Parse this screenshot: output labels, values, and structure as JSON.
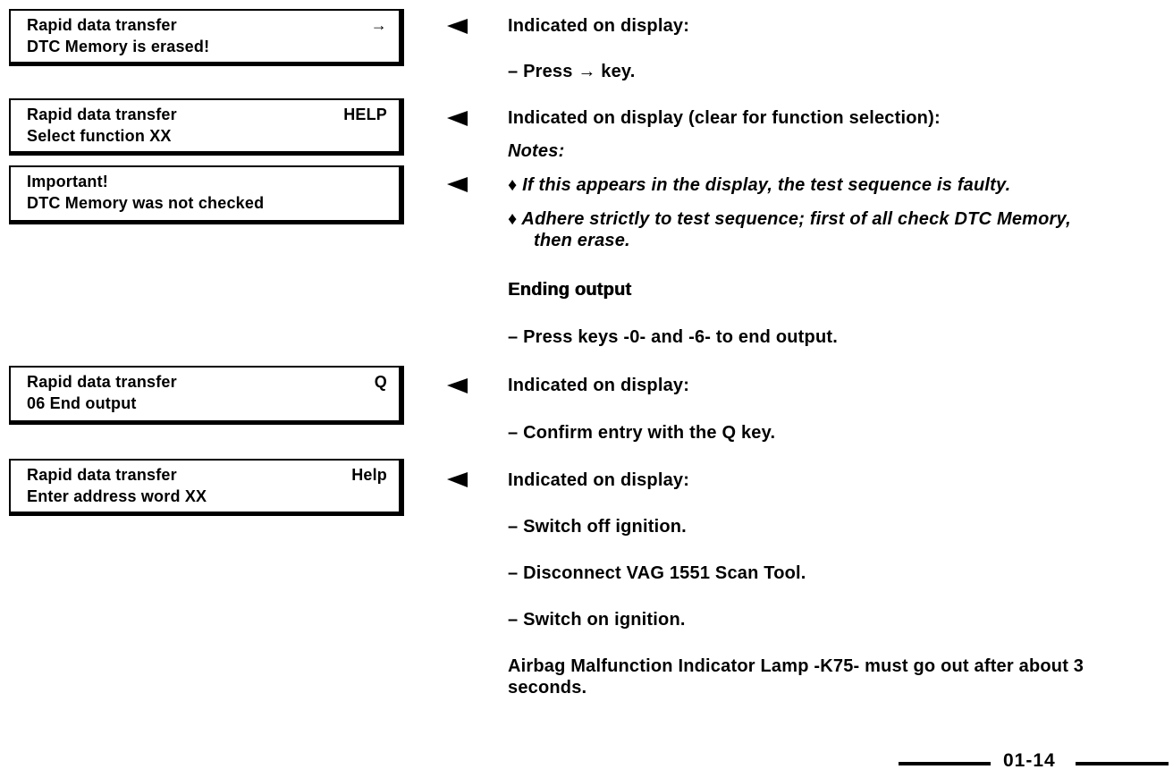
{
  "display_boxes": [
    {
      "line1": "Rapid data transfer",
      "line2": "DTC Memory is erased!",
      "key": "→"
    },
    {
      "line1": "Rapid data transfer",
      "line2": "Select function XX",
      "key": "HELP"
    },
    {
      "line1": "Important!",
      "line2": "DTC Memory was not checked",
      "key": ""
    },
    {
      "line1": "Rapid data transfer",
      "line2": "06 End output",
      "key": "Q"
    },
    {
      "line1": "Rapid data transfer",
      "line2": "Enter address word XX",
      "key": "Help"
    }
  ],
  "instructions": {
    "indicated_1": "Indicated on display:",
    "step_press_arrow": "– Press → key.",
    "indicated_2": "Indicated on display (clear for function selection):",
    "notes_label": "Notes:",
    "note_1": "♦ If this appears in the display, the test sequence is faulty.",
    "note_2": "♦ Adhere strictly to test sequence; first of all check DTC Memory, then erase.",
    "ending_output_heading": "Ending output",
    "step_end_output": "– Press keys -0- and -6- to end output.",
    "indicated_3": "Indicated on display:",
    "step_confirm_q": "– Confirm entry with the Q key.",
    "indicated_4": "Indicated on display:",
    "step_switch_off": "– Switch off ignition.",
    "step_disconnect": "– Disconnect VAG 1551 Scan Tool.",
    "step_switch_on": "– Switch on ignition.",
    "closing_note": "Airbag Malfunction Indicator Lamp -K75- must go out after about 3 seconds."
  },
  "footer": {
    "page_number": "01-14"
  }
}
